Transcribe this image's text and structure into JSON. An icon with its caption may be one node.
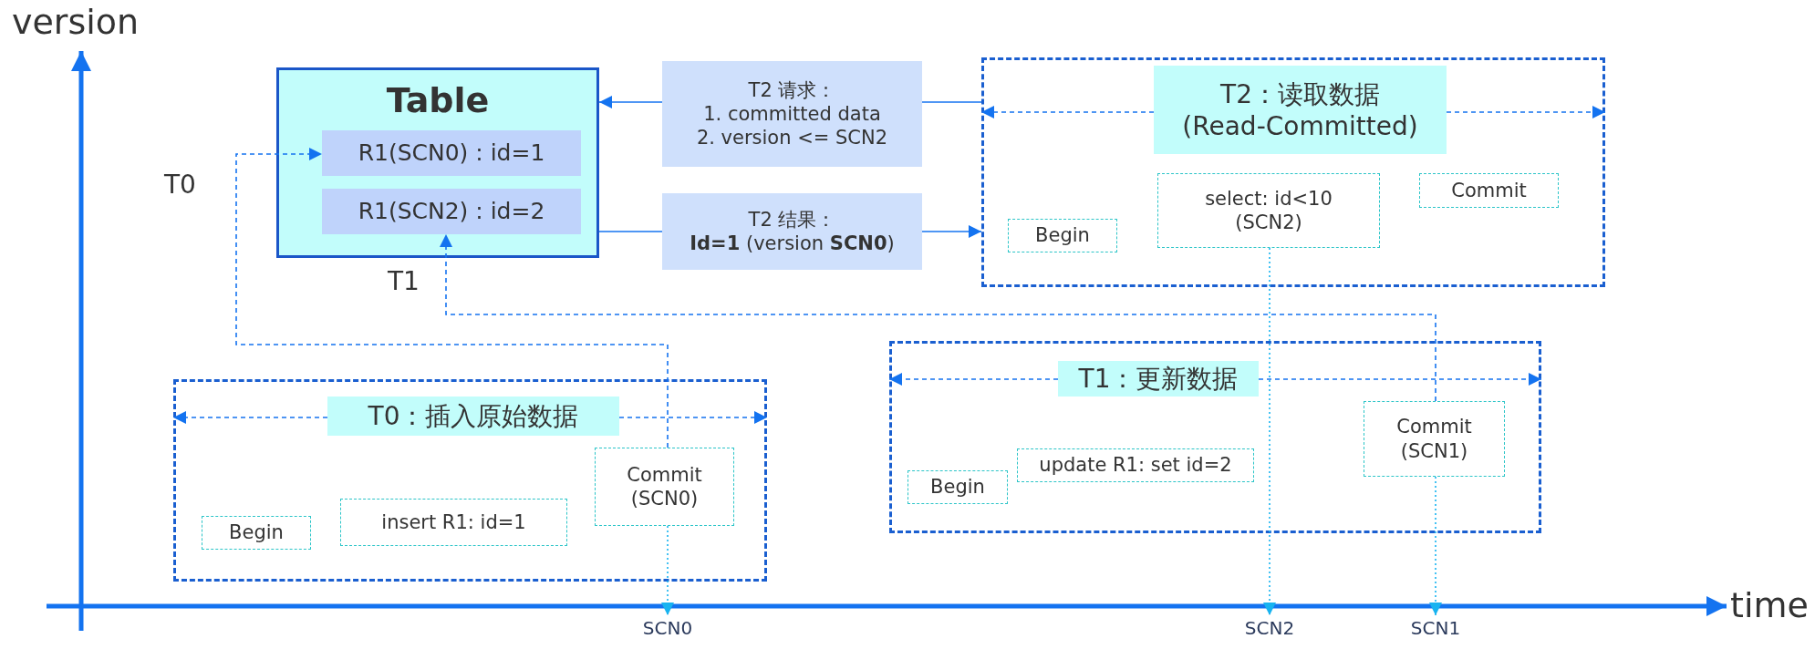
{
  "diagram": {
    "nodes": [
      {
        "text": [
          "Table"
        ]
      },
      {
        "text": [
          "R1(SCN0) : id=1"
        ],
        "in": 0
      },
      {
        "text": [
          "R1(SCN2) : id=2"
        ],
        "in": 0
      },
      {
        "text": [
          "T2 请求：",
          "1. committed data",
          "2. version <= SCN2"
        ]
      },
      {
        "text": [
          "T2 结果：",
          "**Id=1** (version **SCN0**)"
        ]
      },
      {
        "text": [],
        "shape": "box"
      },
      {
        "text": [
          "T2：读取数据",
          "(Read-Committed)"
        ],
        "in": 5
      },
      {
        "text": [
          "Begin"
        ],
        "in": 5
      },
      {
        "text": [
          "select: id<10",
          "(SCN2)"
        ],
        "in": 5
      },
      {
        "text": [
          "Commit"
        ],
        "in": 5
      },
      {
        "text": [],
        "shape": "box"
      },
      {
        "text": [
          "T0：插入原始数据"
        ],
        "in": 10
      },
      {
        "text": [
          "Begin"
        ],
        "in": 10
      },
      {
        "text": [
          "insert R1: id=1"
        ],
        "in": 10
      },
      {
        "text": [
          "Commit",
          "(SCN0)"
        ],
        "in": 10
      },
      {
        "text": [],
        "shape": "box"
      },
      {
        "text": [
          "T1：更新数据"
        ],
        "in": 15
      },
      {
        "text": [
          "Begin"
        ],
        "in": 15
      },
      {
        "text": [
          "update R1: set id=2"
        ],
        "in": 15
      },
      {
        "text": [
          "Commit",
          "(SCN1)"
        ],
        "in": 15
      },
      {
        "text": [
          "SCN0"
        ]
      },
      {
        "text": [
          "SCN2"
        ]
      },
      {
        "text": [
          "SCN1"
        ]
      }
    ],
    "edges": [
      {
        "from": 5,
        "to": 3,
        "arrow": "none"
      },
      {
        "from": 3,
        "to": 0,
        "arrow": "to"
      },
      {
        "from": 0,
        "to": 4,
        "arrow": "none"
      },
      {
        "from": 4,
        "to": 5,
        "arrow": "to"
      },
      {
        "from": 14,
        "to": 1,
        "arrow": "to",
        "style": "dashed",
        "label": "T0"
      },
      {
        "from": 19,
        "to": 2,
        "arrow": "to",
        "style": "dashed",
        "label": "T1"
      },
      {
        "from": 14,
        "to": 20,
        "arrow": "to",
        "style": "dashed",
        "color": "#17b3f0"
      },
      {
        "from": 8,
        "to": 21,
        "arrow": "to",
        "style": "dashed",
        "color": "#17b3f0"
      },
      {
        "from": 19,
        "to": 22,
        "arrow": "to",
        "style": "dashed",
        "color": "#17b3f0"
      },
      {
        "from": 6,
        "to": 5,
        "arrow": "to",
        "style": "dashed"
      },
      {
        "from": 6,
        "to": 5,
        "arrow": "to",
        "style": "dashed"
      },
      {
        "from": 11,
        "to": 10,
        "arrow": "to",
        "style": "dashed"
      },
      {
        "from": 11,
        "to": 10,
        "arrow": "to",
        "style": "dashed"
      },
      {
        "from": 16,
        "to": 15,
        "arrow": "to",
        "style": "dashed"
      },
      {
        "from": 16,
        "to": 15,
        "arrow": "to",
        "style": "dashed"
      }
    ],
    "labels": [
      "version",
      "time"
    ]
  }
}
